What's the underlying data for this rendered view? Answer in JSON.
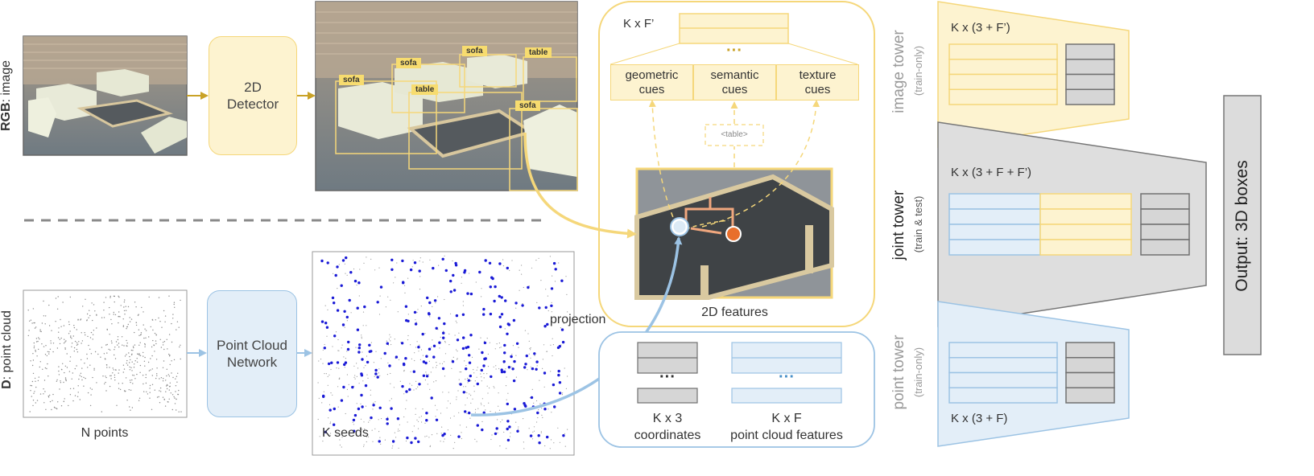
{
  "rgb_label": {
    "prefix": "RGB",
    "suffix": ": image"
  },
  "depth_label": {
    "prefix": "D",
    "suffix": ": point cloud"
  },
  "detector": "2D\nDetector",
  "point_network": "Point Cloud\nNetwork",
  "detections": [
    {
      "label": "sofa"
    },
    {
      "label": "sofa"
    },
    {
      "label": "sofa"
    },
    {
      "label": "table"
    },
    {
      "label": "table"
    },
    {
      "label": "sofa"
    }
  ],
  "features_2d": {
    "dim": "K x F’",
    "ellipsis": "···",
    "cues": [
      "geometric\ncues",
      "semantic\ncues",
      "texture\ncues"
    ],
    "class_tag": "<table>",
    "caption": "2D features"
  },
  "pointcloud_caption": "N points",
  "seeds_caption": "K seeds",
  "projection_label": "projection",
  "seed_outputs": {
    "coords_dim": "K x 3\ncoordinates",
    "feats_dim": "K x F\npoint cloud features",
    "ellipsis": "···"
  },
  "towers": {
    "image": {
      "title": "image tower",
      "sub": "(train-only)",
      "dim": "K x (3 + F’)"
    },
    "joint": {
      "title": "joint tower",
      "sub": "(train & test)",
      "dim": "K x (3 + F + F’)"
    },
    "point": {
      "title": "point tower",
      "sub": "(train-only)",
      "dim": "K x (3 + F)"
    }
  },
  "output": "Output: 3D boxes",
  "colors": {
    "yellow_border": "#f5d77a",
    "yellow_fill": "#fdf3d0",
    "blue_border": "#9cc3e4",
    "blue_fill": "#e3eef8",
    "gray_fill": "#d6d6d6",
    "gray_border": "#707070",
    "arrow_gold": "#c9a227",
    "seed_blue": "#1a1ad6",
    "orange": "#e86f2c"
  }
}
